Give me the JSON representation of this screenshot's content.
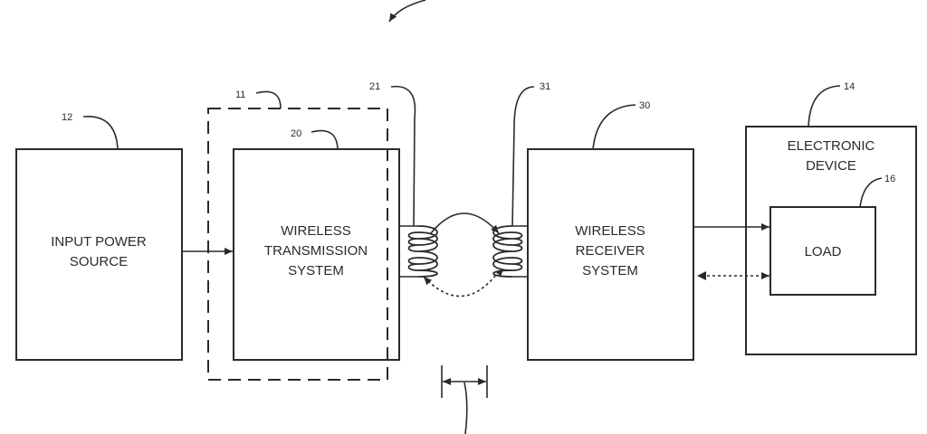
{
  "blocks": {
    "input_power_source": {
      "line1": "INPUT POWER",
      "line2": "SOURCE",
      "ref": "12"
    },
    "wireless_power_system": {
      "ref": "11"
    },
    "wireless_transmission_system": {
      "line1": "WIRELESS",
      "line2": "TRANSMISSION",
      "line3": "SYSTEM",
      "ref": "20"
    },
    "transmitter_antenna": {
      "ref": "21"
    },
    "receiver_antenna": {
      "ref": "31"
    },
    "wireless_receiver_system": {
      "line1": "WIRELESS",
      "line2": "RECEIVER",
      "line3": "SYSTEM",
      "ref": "30"
    },
    "electronic_device": {
      "line1": "ELECTRONIC",
      "line2": "DEVICE",
      "ref": "14"
    },
    "load": {
      "label": "LOAD",
      "ref": "16"
    }
  }
}
